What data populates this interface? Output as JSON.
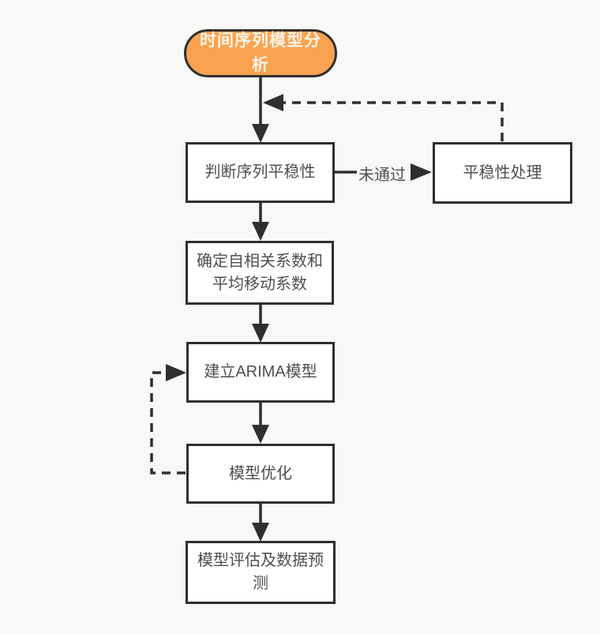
{
  "diagram": {
    "colors": {
      "canvas_bg": "#F8F8F7",
      "node_border": "#2F2F2F",
      "node_fill": "#FFFFFF",
      "node_text": "#4F4F4F",
      "start_fill": "#F9A351",
      "start_text": "#FBF4E4",
      "connector": "#2F2F2F"
    },
    "nodes": {
      "start": {
        "label": "时间序列模型分析"
      },
      "check_stationarity": {
        "label": "判断序列平稳性"
      },
      "stationarity_processing": {
        "label": "平稳性处理"
      },
      "determine_coefficients": {
        "label": "确定自相关系数和平均移动系数"
      },
      "build_arima": {
        "label": "建立ARIMA模型"
      },
      "model_optimization": {
        "label": "模型优化"
      },
      "model_evaluation": {
        "label": "模型评估及数据预测"
      }
    },
    "edge_labels": {
      "not_passed": "未通过"
    }
  }
}
